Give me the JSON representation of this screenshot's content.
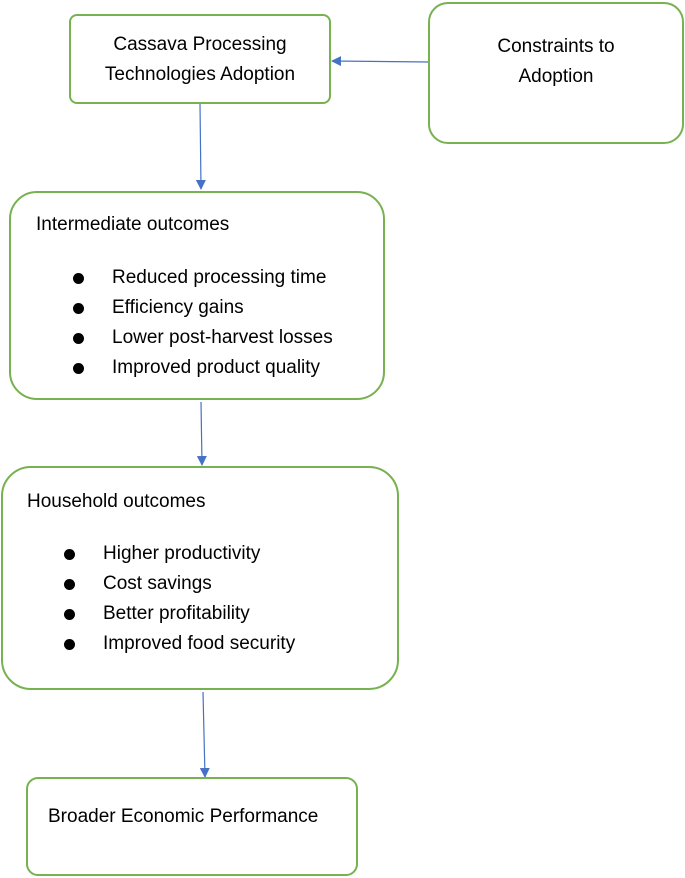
{
  "diagram": {
    "adoption": {
      "lines": [
        "Cassava Processing",
        "Technologies Adoption"
      ]
    },
    "constraints": {
      "lines": [
        "Constraints to",
        "Adoption"
      ]
    },
    "intermediate": {
      "title": "Intermediate outcomes",
      "items": [
        "Reduced processing time",
        "Efficiency gains",
        "Lower post-harvest losses",
        "Improved product quality"
      ]
    },
    "household": {
      "title": "Household outcomes",
      "items": [
        "Higher productivity",
        "Cost savings",
        "Better profitability",
        "Improved food security"
      ]
    },
    "broader": {
      "title": "Broader Economic Performance"
    },
    "colors": {
      "box_border": "#77b150",
      "arrow": "#4472c4",
      "text": "#000000"
    }
  }
}
